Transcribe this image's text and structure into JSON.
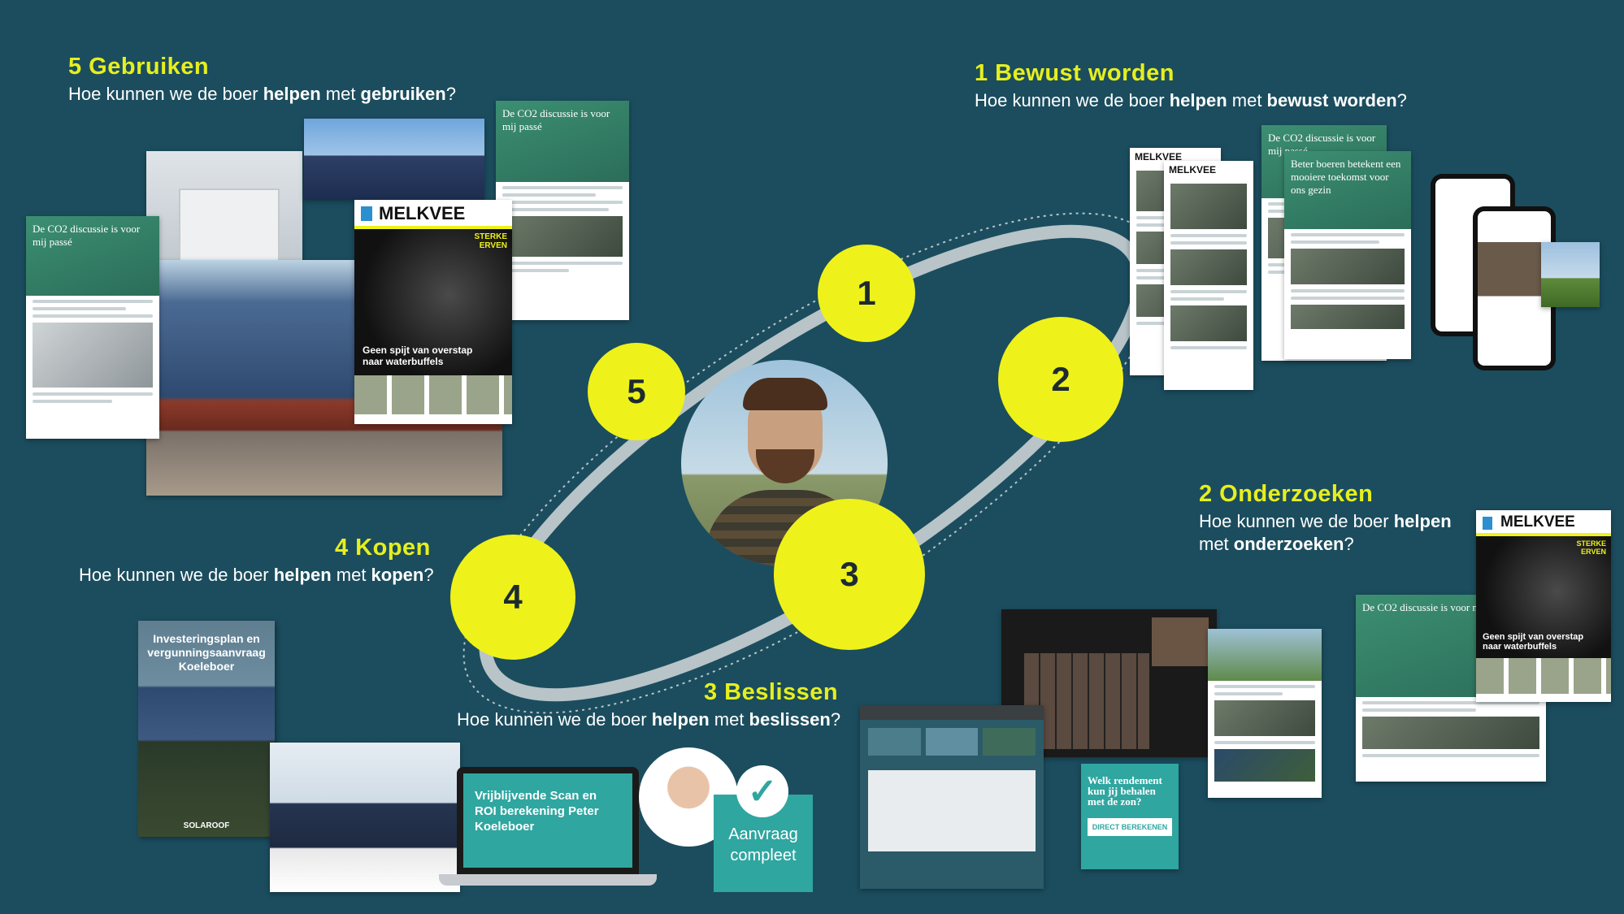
{
  "stages": {
    "s1": {
      "title": "1 Bewust worden",
      "q_pre": "Hoe kunnen we de boer ",
      "q_help": "helpen",
      "q_mid": " met ",
      "q_bold": "bewust worden",
      "q_end": "?"
    },
    "s2": {
      "title": "2 Onderzoeken",
      "q_pre": "Hoe kunnen we de boer ",
      "q_help": "helpen",
      "q_mid": " met ",
      "q_bold": "onderzoeken",
      "q_end": "?"
    },
    "s3": {
      "title": "3 Beslissen",
      "q_pre": "Hoe kunnen we de boer ",
      "q_help": "helpen",
      "q_mid": " met ",
      "q_bold": "beslissen",
      "q_end": "?"
    },
    "s4": {
      "title": "4 Kopen",
      "q_pre": "Hoe kunnen we de boer ",
      "q_help": "helpen",
      "q_mid": " met ",
      "q_bold": "kopen",
      "q_end": "?"
    },
    "s5": {
      "title": "5 Gebruiken",
      "q_pre": "Hoe kunnen we de boer ",
      "q_help": "helpen",
      "q_mid": " met ",
      "q_bold": "gebruiken",
      "q_end": "?"
    }
  },
  "circles": {
    "c1": "1",
    "c2": "2",
    "c3": "3",
    "c4": "4",
    "c5": "5"
  },
  "magazine": {
    "brand": "MELKVEE",
    "tag": "STERKE ERVEN",
    "headline": "Geen spijt van overstap naar waterbuffels"
  },
  "newsletter": {
    "hero_a": "De CO2 discussie is voor mij passé",
    "hero_b": "Beter boeren betekent een mooiere toekomst voor ons gezin"
  },
  "decide": {
    "book_title": "Investeringsplan en vergunningsaanvraag Koeleboer",
    "book_brand": "SOLAROOF",
    "laptop_text": "Vrijblijvende Scan en ROI berekening Peter Koeleboer",
    "complete_text": "Aanvraag compleet"
  },
  "research": {
    "ad_text": "Welk rendement kun jij behalen met de zon?",
    "ad_button": "DIRECT BEREKENEN"
  },
  "colors": {
    "background": "#1b4d5e",
    "accent": "#eef21a",
    "title": "#e6ef1e",
    "teal": "#2fa6a0"
  }
}
